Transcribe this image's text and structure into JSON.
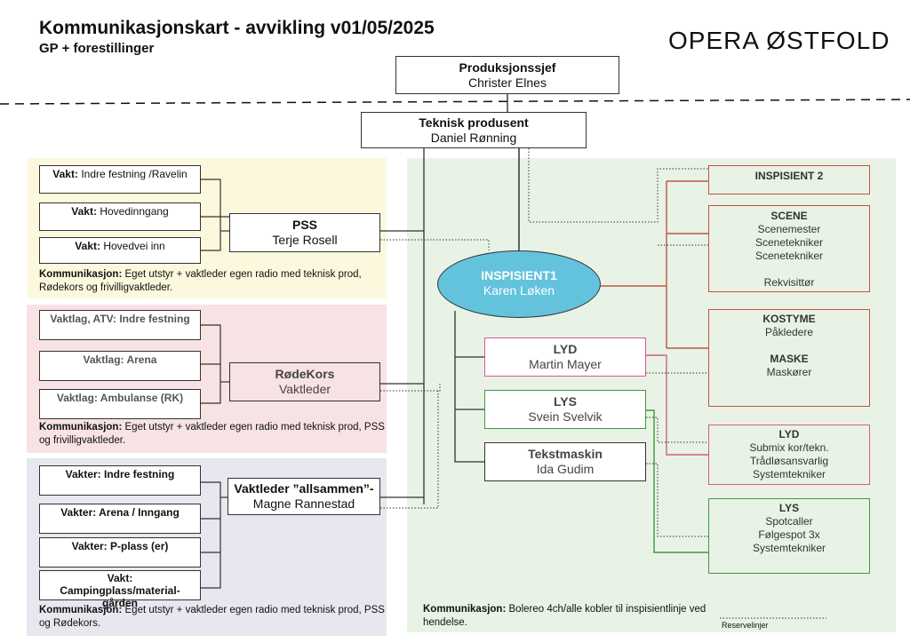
{
  "header": {
    "title": "Kommunikasjonskart - avvikling v01/05/2025",
    "subtitle": "GP + forestillinger",
    "logo": "OPERA ØSTFOLD"
  },
  "top": {
    "produksjonssjef": {
      "role": "Produksjonssjef",
      "name": "Christer Elnes"
    },
    "teknisk": {
      "role": "Teknisk produsent",
      "name": "Daniel Rønning"
    }
  },
  "pss_group": {
    "posts": [
      {
        "label": "Vakt:",
        "text": "Indre festning /Ravelin"
      },
      {
        "label": "Vakt:",
        "text": "Hovedinngang"
      },
      {
        "label": "Vakt:",
        "text": "Hovedvei inn"
      }
    ],
    "lead": {
      "role": "PSS",
      "name": "Terje Rosell"
    },
    "comm_label": "Kommunikasjon:",
    "comm_text": "Eget utstyr + vaktleder egen radio med teknisk prod, Rødekors og frivilligvaktleder."
  },
  "rk_group": {
    "posts": [
      "Vaktlag, ATV: Indre festning",
      "Vaktlag: Arena",
      "Vaktlag: Ambulanse (RK)"
    ],
    "lead": {
      "role": "RødeKors",
      "name": "Vaktleder"
    },
    "comm_label": "Kommunikasjon:",
    "comm_text": "Eget utstyr + vaktleder egen radio med teknisk prod, PSS og frivilligvaktleder."
  },
  "vakt_group": {
    "posts": [
      "Vakter: Indre festning",
      "Vakter: Arena / Inngang",
      "Vakter: P-plass (er)",
      "Vakt: Campingplass/material-gården"
    ],
    "lead": {
      "role": "Vaktleder ”allsammen”-",
      "name": "Magne Rannestad"
    },
    "comm_label": "Kommunikasjon:",
    "comm_text": "Eget utstyr + vaktleder egen radio med teknisk prod, PSS og Rødekors."
  },
  "center": {
    "inspisient": {
      "role": "INSPISIENT1",
      "name": "Karen Løken"
    },
    "lyd": {
      "role": "LYD",
      "name": "Martin Mayer"
    },
    "lys": {
      "role": "LYS",
      "name": "Svein Svelvik"
    },
    "tekst": {
      "role": "Tekstmaskin",
      "name": "Ida Gudim"
    }
  },
  "right": {
    "insp2": {
      "title": "INSPISIENT 2"
    },
    "scene": {
      "title": "SCENE",
      "items": [
        "Scenemester",
        "Scenetekniker",
        "Scenetekniker",
        "",
        "Rekvisittør"
      ]
    },
    "kostyme": {
      "title": "KOSTYME",
      "items": [
        "Påkledere"
      ],
      "title2": "MASKE",
      "items2": [
        "Maskører"
      ]
    },
    "lyd": {
      "title": "LYD",
      "items": [
        "Submix kor/tekn.",
        "Trådløsansvarlig",
        "Systemtekniker"
      ]
    },
    "lys": {
      "title": "LYS",
      "items": [
        "Spotcaller",
        "Følgespot 3x",
        "Systemtekniker"
      ]
    }
  },
  "footer": {
    "comm_label": "Kommunikasjon:",
    "comm_text": "Bolereo 4ch/alle kobler til inspisientlinje ved hendelse.",
    "legend": "Reservelinjer"
  },
  "colors": {
    "red": "#c0553e",
    "pink": "#d65a93",
    "green": "#3f9a3a",
    "inspisient": "#63c3dc"
  }
}
